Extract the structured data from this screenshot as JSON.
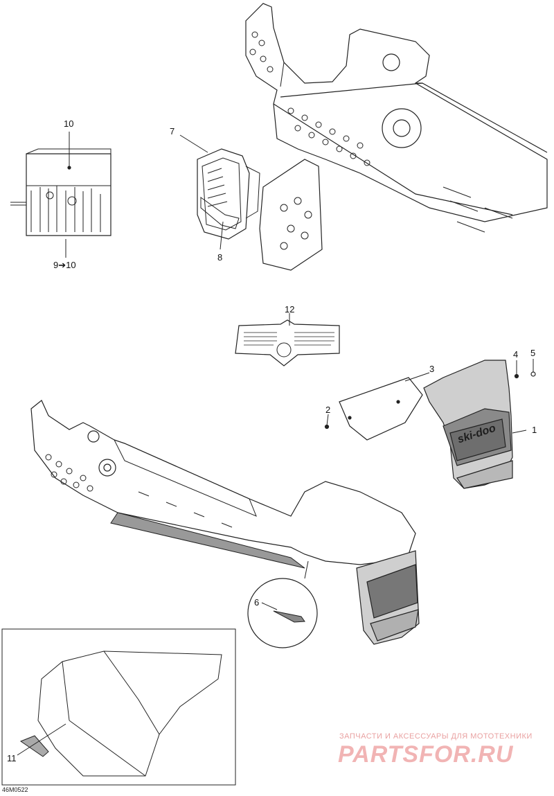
{
  "callouts": {
    "c1": "1",
    "c2": "2",
    "c3": "3",
    "c4": "4",
    "c5": "5",
    "c6": "6",
    "c7": "7",
    "c8": "8",
    "c9_10": "9➔10",
    "c10": "10",
    "c11": "11",
    "c12": "12"
  },
  "drawing_code": "46M0522",
  "watermark": {
    "tagline": "ЗАПЧАСТИ И АКСЕССУАРЫ ДЛЯ МОТОТЕХНИКИ",
    "brand": "PARTSFOR.RU"
  },
  "flap_logo": "ski-doo",
  "colors": {
    "line": "#222222",
    "flap_fill": "#7a7a7a",
    "watermark": "#e9a1a1"
  }
}
